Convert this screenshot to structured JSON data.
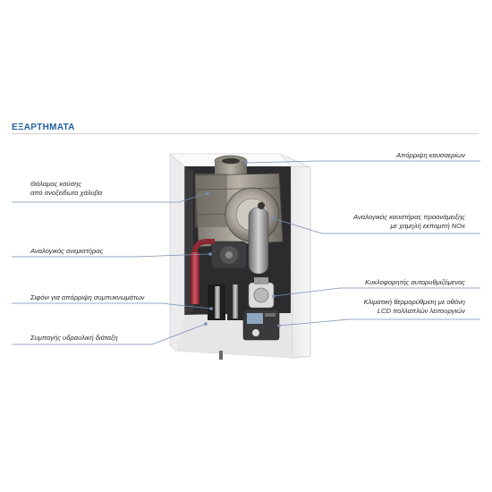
{
  "header": {
    "title": "ΕΞΑΡΤΗΜΑΤΑ"
  },
  "callouts_left": [
    {
      "line1": "Θάλαμος καύσης",
      "line2": "από ανοξείδωτο χάλυβα"
    },
    {
      "line1": "Αναλογικός ανεμιστήρας",
      "line2": ""
    },
    {
      "line1": "Σιφόνι για απόρριψη συμπυκνωμάτων",
      "line2": ""
    },
    {
      "line1": "Συμπαγής υδραυλική διάταξη",
      "line2": ""
    }
  ],
  "callouts_right": [
    {
      "line1": "Απόρριψη καυσαερίων",
      "line2": ""
    },
    {
      "line1": "Αναλογικός καυστήρας προανάμειξης",
      "line2": "με χαμηλή εκπομπή NOx"
    },
    {
      "line1": "Κυκλοφορητής αυτορυθμιζόμενος",
      "line2": ""
    },
    {
      "line1": "Κλιματική θερμορύθμιση με οθόνη",
      "line2": "LCD πολλαπλών λειτουργιών"
    }
  ],
  "colors": {
    "title": "#1f5fa0",
    "leader": "#7a8fb0",
    "text": "#2a2a2a"
  }
}
